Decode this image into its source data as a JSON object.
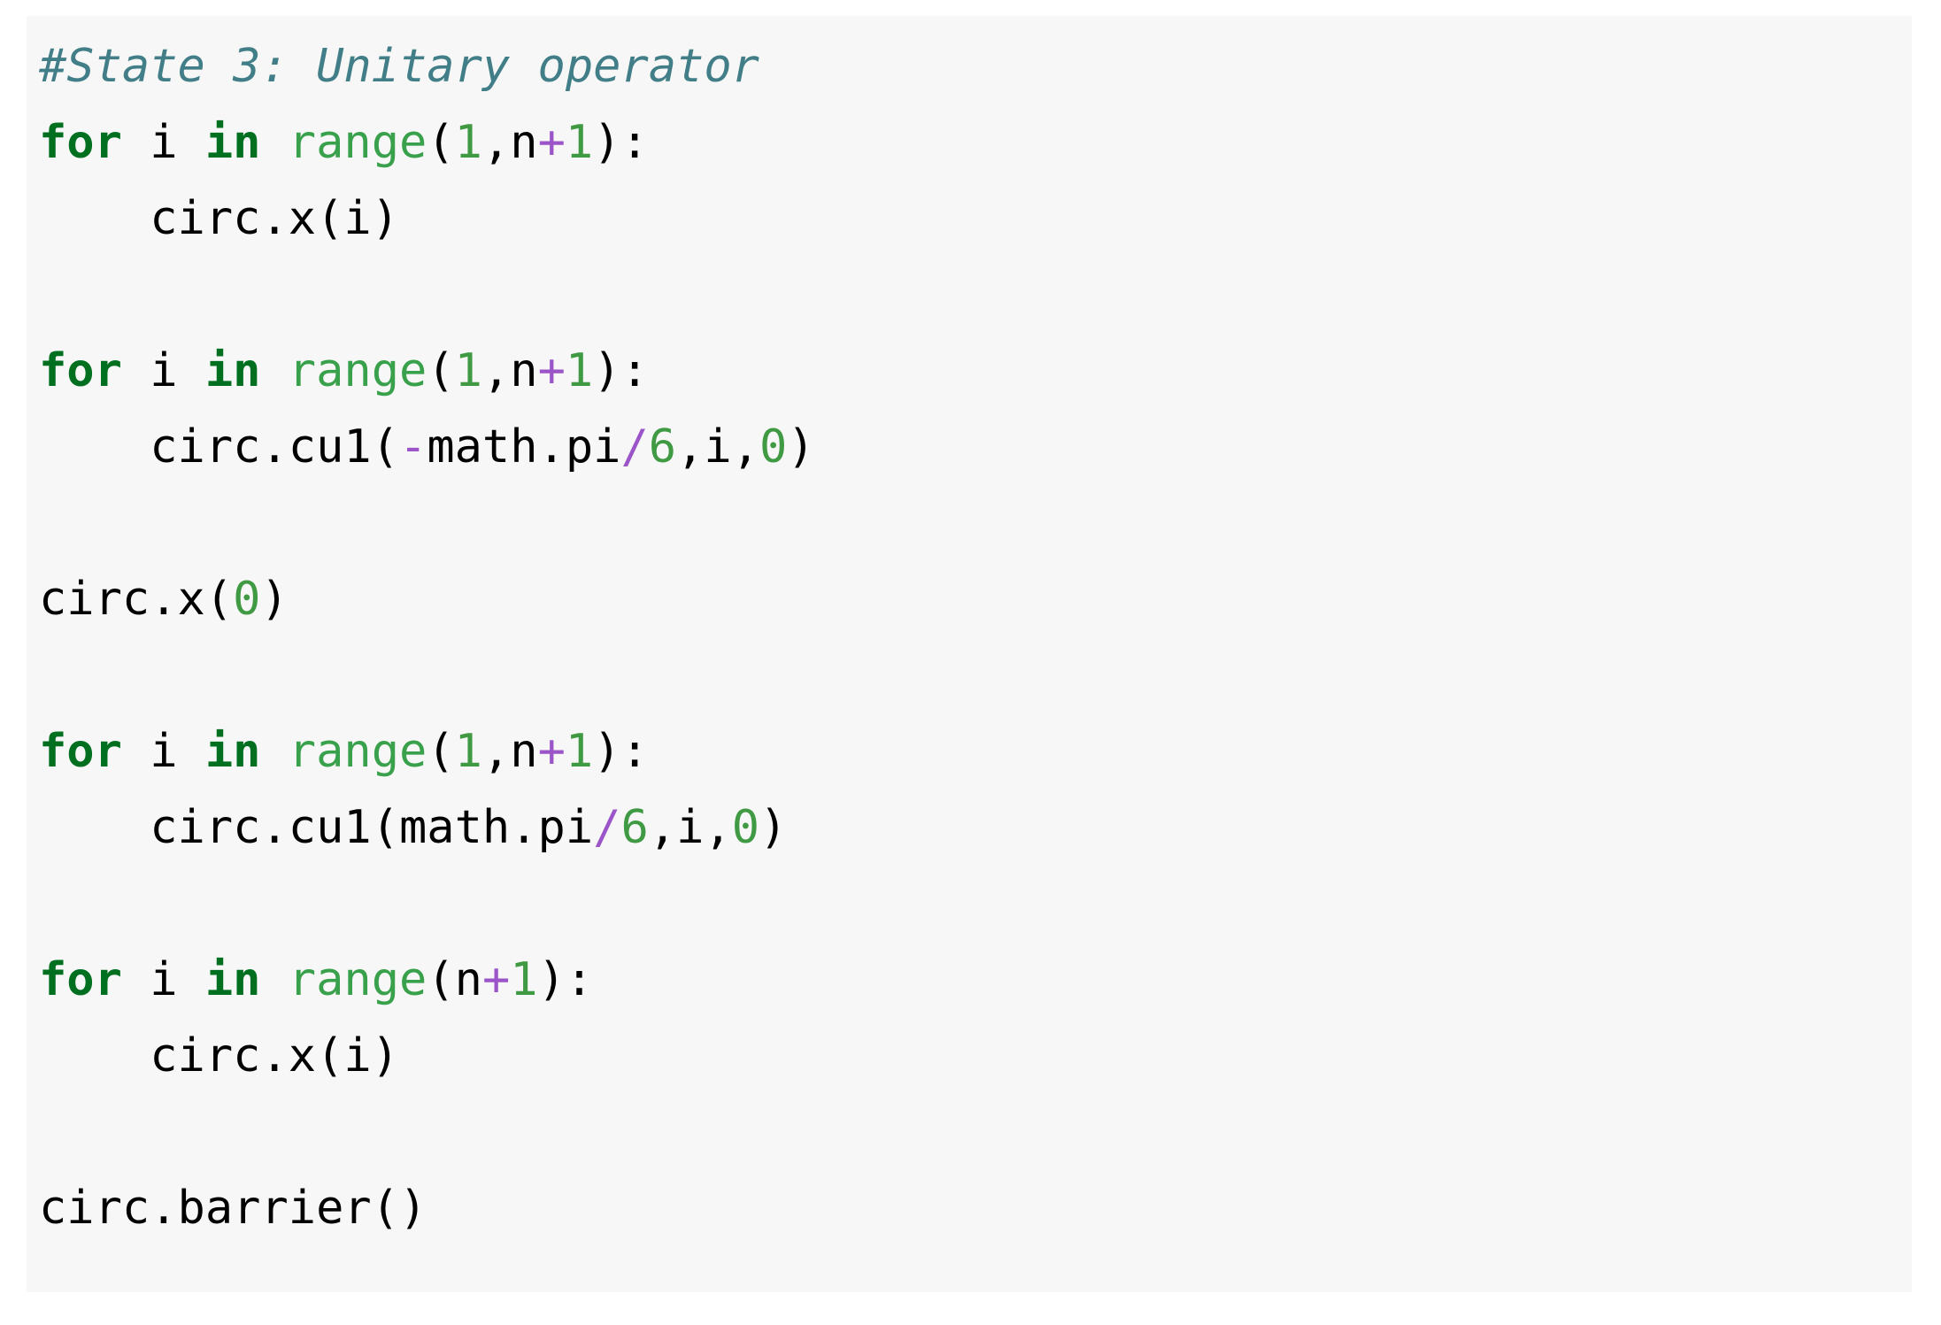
{
  "cell": {
    "background_color": "#f7f7f7",
    "page_background_color": "#ffffff",
    "language": "python"
  },
  "colors": {
    "comment": "#417e87",
    "keyword": "#007020",
    "builtin": "#39a14b",
    "number": "#3f9a43",
    "operator": "#9b55c9",
    "name": "#000000"
  },
  "code": {
    "full_text": "#State 3: Unitary operator\nfor i in range(1,n+1):\n    circ.x(i)\n\nfor i in range(1,n+1):\n    circ.cu1(-math.pi/6,i,0)\n\ncirc.x(0)\n\nfor i in range(1,n+1):\n    circ.cu1(math.pi/6,i,0)\n\nfor i in range(n+1):\n    circ.x(i)\n\ncirc.barrier()",
    "lines": [
      {
        "index": 0,
        "text": "#State 3: Unitary operator",
        "tokens": [
          {
            "t": "#State 3: Unitary operator",
            "c": "comment"
          }
        ]
      },
      {
        "index": 1,
        "text": "for i in range(1,n+1):",
        "tokens": [
          {
            "t": "for",
            "c": "keyword"
          },
          {
            "t": " ",
            "c": "name"
          },
          {
            "t": "i",
            "c": "name"
          },
          {
            "t": " ",
            "c": "name"
          },
          {
            "t": "in",
            "c": "keyword"
          },
          {
            "t": " ",
            "c": "name"
          },
          {
            "t": "range",
            "c": "builtin"
          },
          {
            "t": "(",
            "c": "punct"
          },
          {
            "t": "1",
            "c": "number"
          },
          {
            "t": ",",
            "c": "punct"
          },
          {
            "t": "n",
            "c": "name"
          },
          {
            "t": "+",
            "c": "operator"
          },
          {
            "t": "1",
            "c": "number"
          },
          {
            "t": "):",
            "c": "punct"
          }
        ]
      },
      {
        "index": 2,
        "text": "    circ.x(i)",
        "tokens": [
          {
            "t": "    circ.x(i)",
            "c": "name"
          }
        ]
      },
      {
        "index": 3,
        "text": "",
        "tokens": []
      },
      {
        "index": 4,
        "text": "for i in range(1,n+1):",
        "tokens": [
          {
            "t": "for",
            "c": "keyword"
          },
          {
            "t": " ",
            "c": "name"
          },
          {
            "t": "i",
            "c": "name"
          },
          {
            "t": " ",
            "c": "name"
          },
          {
            "t": "in",
            "c": "keyword"
          },
          {
            "t": " ",
            "c": "name"
          },
          {
            "t": "range",
            "c": "builtin"
          },
          {
            "t": "(",
            "c": "punct"
          },
          {
            "t": "1",
            "c": "number"
          },
          {
            "t": ",",
            "c": "punct"
          },
          {
            "t": "n",
            "c": "name"
          },
          {
            "t": "+",
            "c": "operator"
          },
          {
            "t": "1",
            "c": "number"
          },
          {
            "t": "):",
            "c": "punct"
          }
        ]
      },
      {
        "index": 5,
        "text": "    circ.cu1(-math.pi/6,i,0)",
        "tokens": [
          {
            "t": "    circ.cu1(",
            "c": "name"
          },
          {
            "t": "-",
            "c": "operator"
          },
          {
            "t": "math.pi",
            "c": "name"
          },
          {
            "t": "/",
            "c": "operator"
          },
          {
            "t": "6",
            "c": "number"
          },
          {
            "t": ",",
            "c": "punct"
          },
          {
            "t": "i",
            "c": "name"
          },
          {
            "t": ",",
            "c": "punct"
          },
          {
            "t": "0",
            "c": "number"
          },
          {
            "t": ")",
            "c": "punct"
          }
        ]
      },
      {
        "index": 6,
        "text": "",
        "tokens": []
      },
      {
        "index": 7,
        "text": "circ.x(0)",
        "tokens": [
          {
            "t": "circ.x(",
            "c": "name"
          },
          {
            "t": "0",
            "c": "number"
          },
          {
            "t": ")",
            "c": "punct"
          }
        ]
      },
      {
        "index": 8,
        "text": "",
        "tokens": []
      },
      {
        "index": 9,
        "text": "for i in range(1,n+1):",
        "tokens": [
          {
            "t": "for",
            "c": "keyword"
          },
          {
            "t": " ",
            "c": "name"
          },
          {
            "t": "i",
            "c": "name"
          },
          {
            "t": " ",
            "c": "name"
          },
          {
            "t": "in",
            "c": "keyword"
          },
          {
            "t": " ",
            "c": "name"
          },
          {
            "t": "range",
            "c": "builtin"
          },
          {
            "t": "(",
            "c": "punct"
          },
          {
            "t": "1",
            "c": "number"
          },
          {
            "t": ",",
            "c": "punct"
          },
          {
            "t": "n",
            "c": "name"
          },
          {
            "t": "+",
            "c": "operator"
          },
          {
            "t": "1",
            "c": "number"
          },
          {
            "t": "):",
            "c": "punct"
          }
        ]
      },
      {
        "index": 10,
        "text": "    circ.cu1(math.pi/6,i,0)",
        "tokens": [
          {
            "t": "    circ.cu1(math.pi",
            "c": "name"
          },
          {
            "t": "/",
            "c": "operator"
          },
          {
            "t": "6",
            "c": "number"
          },
          {
            "t": ",",
            "c": "punct"
          },
          {
            "t": "i",
            "c": "name"
          },
          {
            "t": ",",
            "c": "punct"
          },
          {
            "t": "0",
            "c": "number"
          },
          {
            "t": ")",
            "c": "punct"
          }
        ]
      },
      {
        "index": 11,
        "text": "",
        "tokens": []
      },
      {
        "index": 12,
        "text": "for i in range(n+1):",
        "tokens": [
          {
            "t": "for",
            "c": "keyword"
          },
          {
            "t": " ",
            "c": "name"
          },
          {
            "t": "i",
            "c": "name"
          },
          {
            "t": " ",
            "c": "name"
          },
          {
            "t": "in",
            "c": "keyword"
          },
          {
            "t": " ",
            "c": "name"
          },
          {
            "t": "range",
            "c": "builtin"
          },
          {
            "t": "(",
            "c": "punct"
          },
          {
            "t": "n",
            "c": "name"
          },
          {
            "t": "+",
            "c": "operator"
          },
          {
            "t": "1",
            "c": "number"
          },
          {
            "t": "):",
            "c": "punct"
          }
        ]
      },
      {
        "index": 13,
        "text": "    circ.x(i)",
        "tokens": [
          {
            "t": "    circ.x(i)",
            "c": "name"
          }
        ]
      },
      {
        "index": 14,
        "text": "",
        "tokens": []
      },
      {
        "index": 15,
        "text": "circ.barrier()",
        "tokens": [
          {
            "t": "circ.barrier()",
            "c": "name"
          }
        ]
      }
    ]
  }
}
